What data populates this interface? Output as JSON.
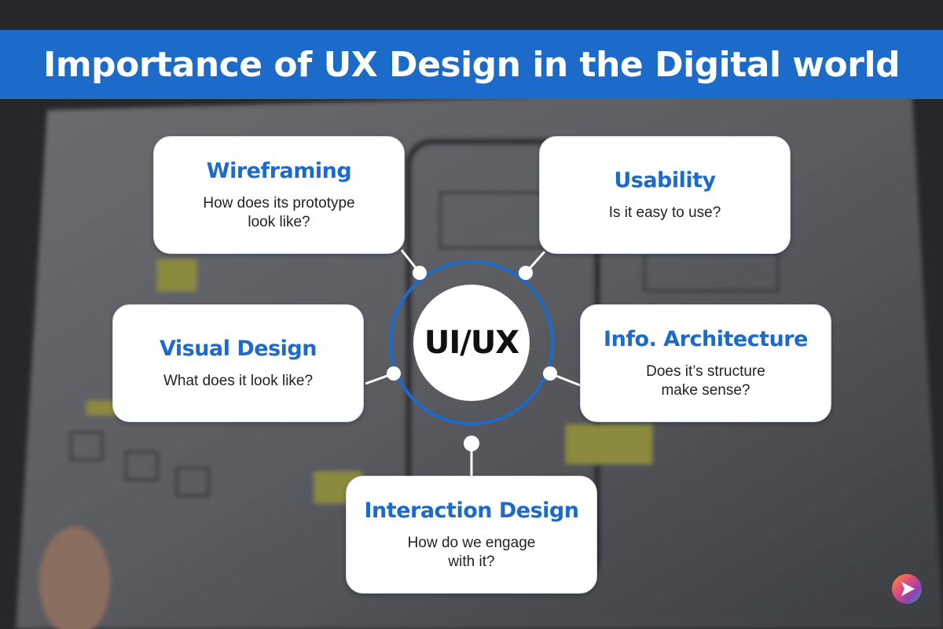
{
  "title": "Importance of UX Design in the Digital world",
  "hub_label": "UI/UX",
  "colors": {
    "banner": "#1c6ac9",
    "card_title": "#1c6ac9",
    "card_bg": "#ffffff",
    "ring": "#1c6ac9"
  },
  "cards": {
    "wireframing": {
      "title": "Wireframing",
      "lines": [
        "How does its prototype",
        "look like?"
      ]
    },
    "usability": {
      "title": "Usability",
      "lines": [
        "Is it easy to use?"
      ]
    },
    "visual_design": {
      "title": "Visual Design",
      "lines": [
        "What does it look like?"
      ]
    },
    "info_architecture": {
      "title": "Info. Architecture",
      "lines": [
        "Does it’s structure",
        "make sense?"
      ]
    },
    "interaction_design": {
      "title": "Interaction Design",
      "lines": [
        "How do we engage",
        "with it?"
      ]
    }
  },
  "logo_icon": "play-arrow-logo"
}
